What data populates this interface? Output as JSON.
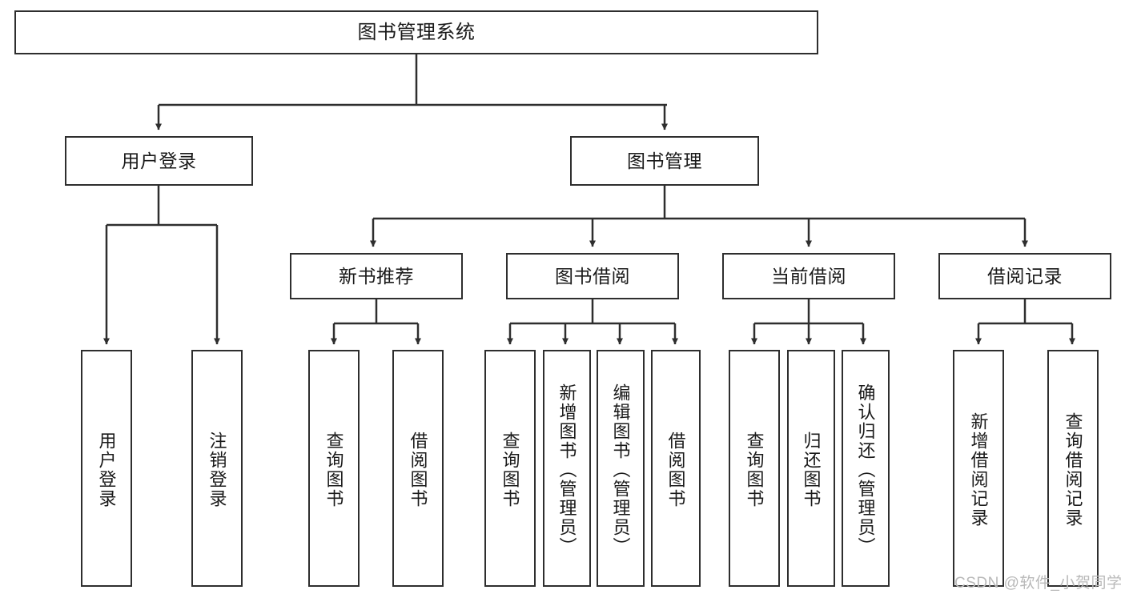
{
  "diagram": {
    "title": "图书管理系统",
    "root": {
      "label": "图书管理系统"
    },
    "level2": [
      {
        "label": "用户登录"
      },
      {
        "label": "图书管理"
      }
    ],
    "level3": [
      {
        "label": "新书推荐"
      },
      {
        "label": "图书借阅"
      },
      {
        "label": "当前借阅"
      },
      {
        "label": "借阅记录"
      }
    ],
    "leaves": {
      "user_login": [
        {
          "label": "用户登录"
        },
        {
          "label": "注销登录"
        }
      ],
      "new_book_recommend": [
        {
          "label": "查询图书"
        },
        {
          "label": "借阅图书"
        }
      ],
      "book_borrow": [
        {
          "label": "查询图书"
        },
        {
          "label": "新增图书（管理员）"
        },
        {
          "label": "编辑图书（管理员）"
        },
        {
          "label": "借阅图书"
        }
      ],
      "current_borrow": [
        {
          "label": "查询图书"
        },
        {
          "label": "归还图书"
        },
        {
          "label": "确认归还（管理员）"
        }
      ],
      "borrow_record": [
        {
          "label": "新增借阅记录"
        },
        {
          "label": "查询借阅记录"
        }
      ]
    }
  },
  "watermark": {
    "text": "CSDN @软件_小贺同学"
  },
  "colors": {
    "stroke": "#2e2e2e",
    "background": "#ffffff",
    "text": "#1a1a1a",
    "watermark": "#b9b9b9"
  }
}
